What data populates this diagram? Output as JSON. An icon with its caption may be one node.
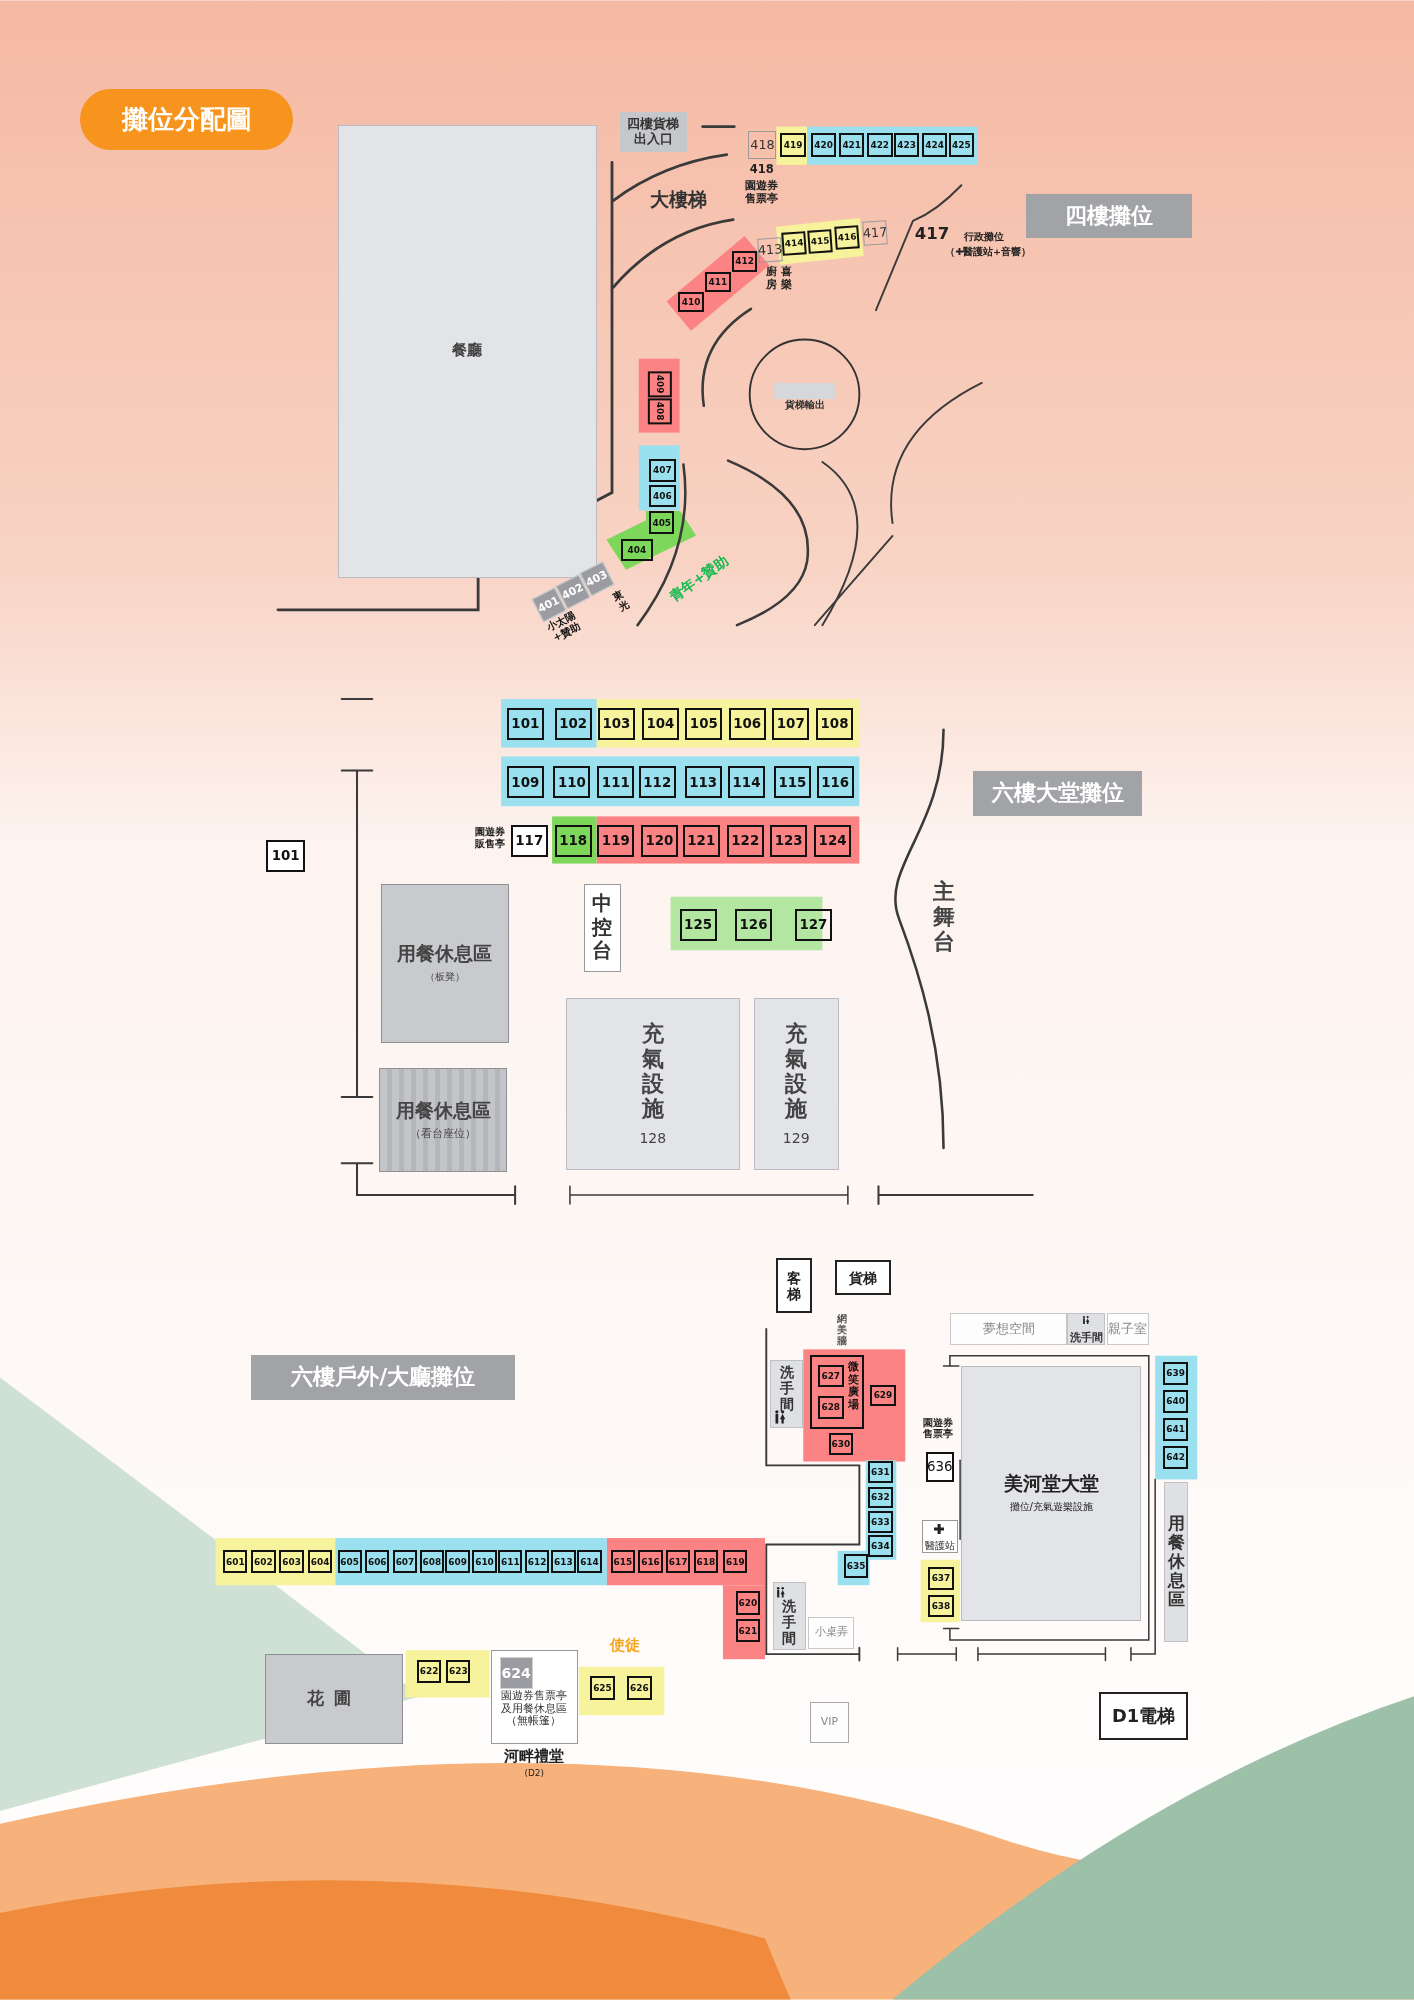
{
  "diagram": {
    "title": "攤位分配圖",
    "nodes": [
      {
        "text": [
          "四樓貨梯出入口"
        ]
      },
      {
        "text": [
          "餐廳"
        ]
      },
      {
        "text": [
          "418"
        ],
        "beside": [
          "418",
          "園遊券售票亭"
        ]
      },
      {
        "text": [
          "419"
        ]
      },
      {
        "text": [
          "420"
        ]
      },
      {
        "text": [
          "421"
        ]
      },
      {
        "text": [
          "422"
        ]
      },
      {
        "text": [
          "423"
        ]
      },
      {
        "text": [
          "424"
        ]
      },
      {
        "text": [
          "425"
        ]
      },
      {
        "text": [
          "四樓攤位"
        ]
      },
      {
        "text": [
          "410"
        ]
      },
      {
        "text": [
          "411"
        ]
      },
      {
        "text": [
          "412"
        ]
      },
      {
        "text": [
          "413"
        ]
      },
      {
        "text": [
          "414"
        ]
      },
      {
        "text": [
          "415"
        ]
      },
      {
        "text": [
          "416"
        ]
      },
      {
        "text": [
          "417"
        ]
      },
      {
        "text": [
          "409"
        ]
      },
      {
        "text": [
          "408"
        ]
      },
      {
        "text": [
          "407"
        ]
      },
      {
        "text": [
          "406"
        ]
      },
      {
        "text": [
          "405"
        ]
      },
      {
        "text": [
          "404"
        ]
      },
      {
        "text": [
          "403"
        ]
      },
      {
        "text": [
          "402"
        ]
      },
      {
        "text": [
          "401"
        ]
      },
      {
        "text": [
          "貨梯輸出"
        ]
      },
      {
        "text": [
          "101"
        ]
      },
      {
        "text": [
          "101"
        ]
      },
      {
        "text": [
          "102"
        ]
      },
      {
        "text": [
          "103"
        ]
      },
      {
        "text": [
          "104"
        ]
      },
      {
        "text": [
          "105"
        ]
      },
      {
        "text": [
          "106"
        ]
      },
      {
        "text": [
          "107"
        ]
      },
      {
        "text": [
          "108"
        ]
      },
      {
        "text": [
          "109"
        ]
      },
      {
        "text": [
          "110"
        ]
      },
      {
        "text": [
          "111"
        ]
      },
      {
        "text": [
          "112"
        ]
      },
      {
        "text": [
          "113"
        ]
      },
      {
        "text": [
          "114"
        ]
      },
      {
        "text": [
          "115"
        ]
      },
      {
        "text": [
          "116"
        ]
      },
      {
        "text": [
          "117"
        ],
        "beside": [
          "園遊券販售亭"
        ]
      },
      {
        "text": [
          "118"
        ]
      },
      {
        "text": [
          "119"
        ]
      },
      {
        "text": [
          "120"
        ]
      },
      {
        "text": [
          "121"
        ]
      },
      {
        "text": [
          "122"
        ]
      },
      {
        "text": [
          "123"
        ]
      },
      {
        "text": [
          "124"
        ]
      },
      {
        "text": [
          "用餐休息區",
          "（板凳）"
        ]
      },
      {
        "text": [
          "中控台"
        ]
      },
      {
        "text": [
          "125"
        ]
      },
      {
        "text": [
          "126"
        ]
      },
      {
        "text": [
          "127"
        ]
      },
      {
        "text": [
          "用餐休息區",
          "（看台座位）"
        ]
      },
      {
        "text": [
          "充氣設施",
          "128"
        ]
      },
      {
        "text": [
          "充氣設施",
          "129"
        ]
      },
      {
        "text": [
          "六樓大堂攤位"
        ]
      },
      {
        "text": [
          "六樓戶外/大廳攤位"
        ]
      },
      {
        "text": [
          "客梯"
        ]
      },
      {
        "text": [
          "貨梯"
        ]
      },
      {
        "text": [
          "夢想空間"
        ]
      },
      {
        "text": [
          "洗手間"
        ]
      },
      {
        "text": [
          "親子室"
        ]
      },
      {
        "text": [
          "洗手間"
        ]
      },
      {
        "text": [
          "微笑廣場"
        ]
      },
      {
        "text": [
          "627"
        ],
        "in": 70
      },
      {
        "text": [
          "628"
        ],
        "in": 70
      },
      {
        "text": [
          "629"
        ]
      },
      {
        "text": [
          "630"
        ]
      },
      {
        "text": [
          "美河堂大堂",
          "攤位/充氣遊樂設施"
        ]
      },
      {
        "text": [
          "639"
        ]
      },
      {
        "text": [
          "640"
        ]
      },
      {
        "text": [
          "641"
        ]
      },
      {
        "text": [
          "642"
        ]
      },
      {
        "text": [
          "636"
        ]
      },
      {
        "text": [
          "631"
        ]
      },
      {
        "text": [
          "632"
        ]
      },
      {
        "text": [
          "633"
        ]
      },
      {
        "text": [
          "634"
        ]
      },
      {
        "text": [
          "醫護站"
        ]
      },
      {
        "text": [
          "用餐休息區"
        ]
      },
      {
        "text": [
          "601"
        ]
      },
      {
        "text": [
          "602"
        ]
      },
      {
        "text": [
          "603"
        ]
      },
      {
        "text": [
          "604"
        ]
      },
      {
        "text": [
          "605"
        ]
      },
      {
        "text": [
          "606"
        ]
      },
      {
        "text": [
          "607"
        ]
      },
      {
        "text": [
          "608"
        ]
      },
      {
        "text": [
          "609"
        ]
      },
      {
        "text": [
          "610"
        ]
      },
      {
        "text": [
          "611"
        ]
      },
      {
        "text": [
          "612"
        ]
      },
      {
        "text": [
          "613"
        ]
      },
      {
        "text": [
          "614"
        ]
      },
      {
        "text": [
          "615"
        ]
      },
      {
        "text": [
          "616"
        ]
      },
      {
        "text": [
          "617"
        ]
      },
      {
        "text": [
          "618"
        ]
      },
      {
        "text": [
          "619"
        ]
      },
      {
        "text": [
          "635"
        ]
      },
      {
        "text": [
          "637"
        ]
      },
      {
        "text": [
          "638"
        ]
      },
      {
        "text": [
          "620"
        ]
      },
      {
        "text": [
          "621"
        ]
      },
      {
        "text": [
          "洗手間"
        ]
      },
      {
        "text": [
          "小桌弄"
        ]
      },
      {
        "text": [
          "花圃"
        ]
      },
      {
        "text": [
          "622"
        ]
      },
      {
        "text": [
          "623"
        ]
      },
      {
        "text": [
          "園遊券售票亭及用餐休息區（無帳篷）"
        ],
        "beside": [
          "河畔禮堂",
          "(D2)"
        ]
      },
      {
        "text": [
          "624"
        ],
        "in": 116
      },
      {
        "text": [
          "625"
        ]
      },
      {
        "text": [
          "626"
        ]
      },
      {
        "text": [
          "VIP"
        ]
      },
      {
        "text": [
          "D1電梯"
        ]
      }
    ],
    "labels": [
      "大樓梯",
      "廚房",
      "喜樂",
      "417",
      "行政攤位",
      "（✚醫護站+音響）",
      "小太陽+贊助",
      "東光",
      "青年+贊助",
      "主舞台",
      "網美牆",
      "使徒",
      "園遊券售票亭"
    ]
  }
}
